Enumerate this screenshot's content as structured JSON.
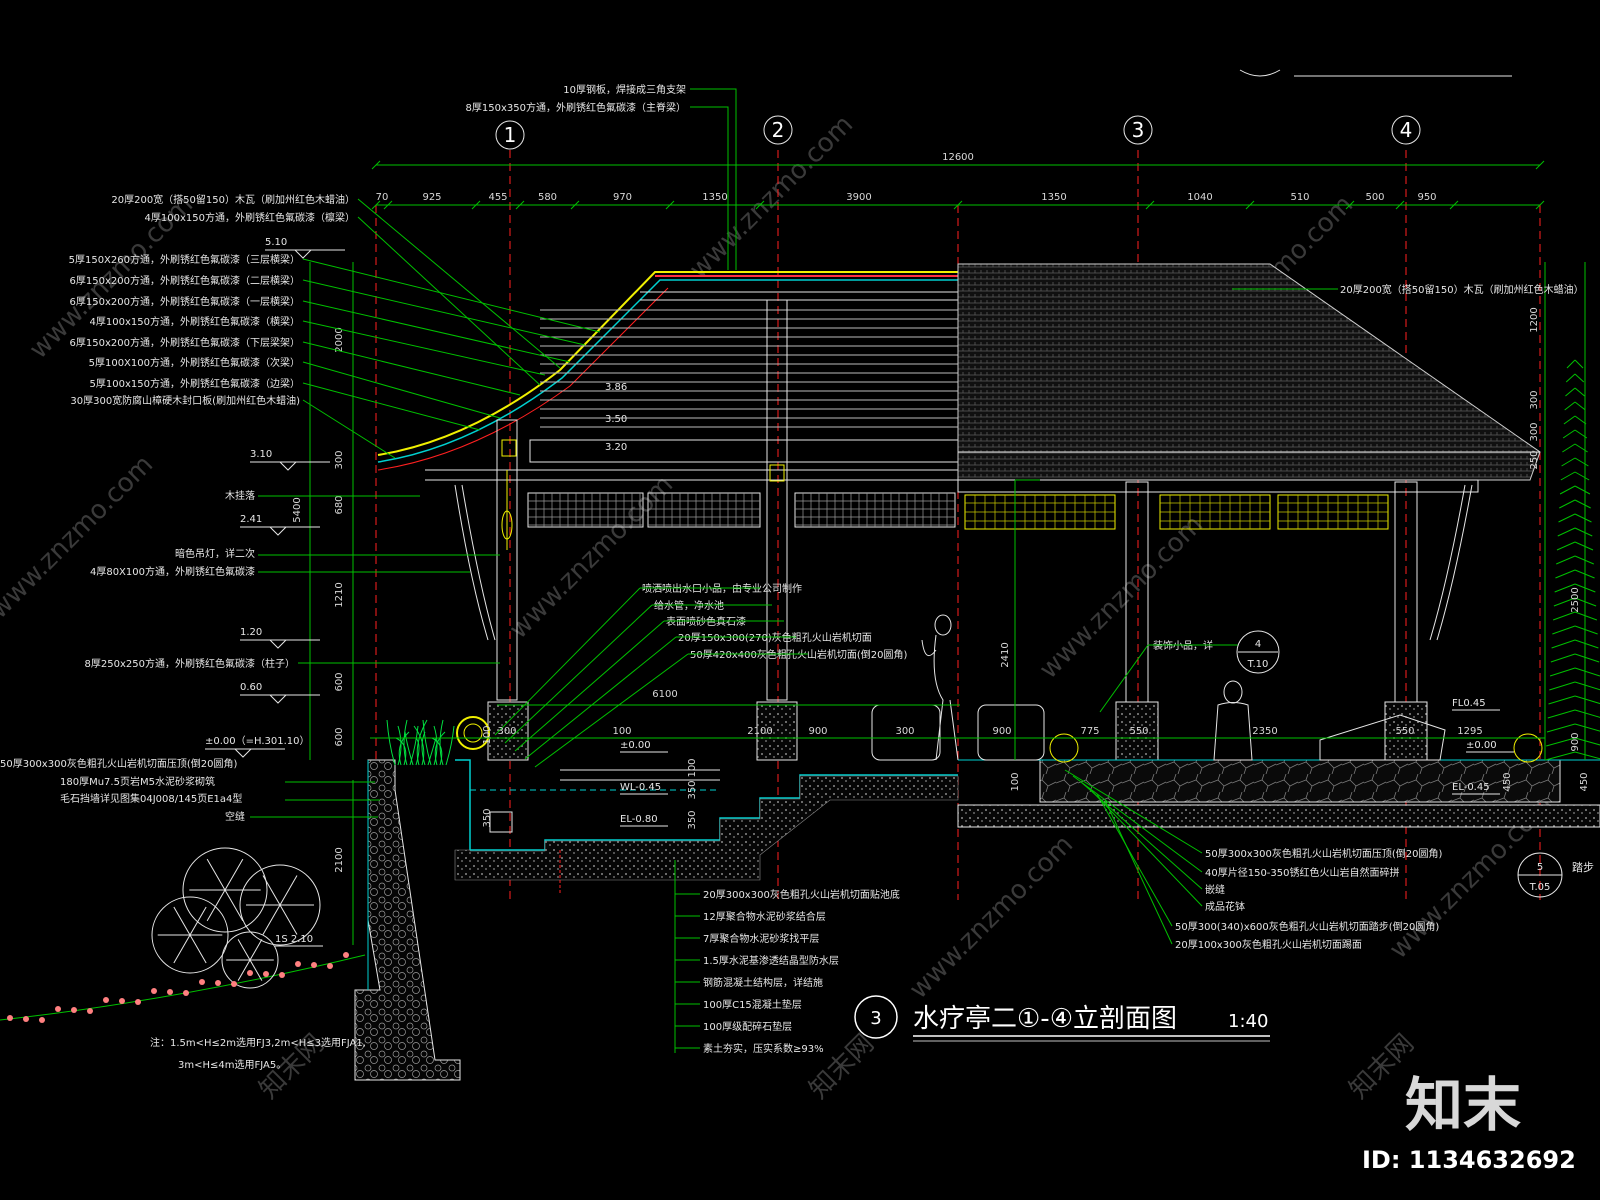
{
  "drawing": {
    "title_number": "3",
    "title": "水疗亭二①-④立剖面图",
    "scale": "1:40",
    "grid_axes": [
      "1",
      "2",
      "3",
      "4"
    ],
    "total_dimension": "12600",
    "top_dimensions": [
      "70",
      "925",
      "455",
      "580",
      "970",
      "1350",
      "3900",
      "1350",
      "1040",
      "510",
      "500",
      "950"
    ],
    "top_notes": [
      "10厚钢板，焊接成三角支架",
      "8厚150x350方通，外刷锈红色氟碳漆（主脊梁）"
    ],
    "left_notes": [
      "20厚200宽（搭50留150）木瓦（刷加州红色木蜡油）",
      "4厚100x150方通，外刷锈红色氟碳漆（檩梁）",
      "5厚150X260方通，外刷锈红色氟碳漆（三层横梁）",
      "6厚150x200方通，外刷锈红色氟碳漆（二层横梁）",
      "6厚150x200方通，外刷锈红色氟碳漆（一层横梁）",
      "4厚100x150方通，外刷锈红色氟碳漆（横梁）",
      "6厚150x200方通，外刷锈红色氟碳漆（下层梁架）",
      "5厚100X100方通，外刷锈红色氟碳漆（次梁）",
      "5厚100x150方通，外刷锈红色氟碳漆（边梁）",
      "30厚300宽防腐山樟硬木封口板(刷加州红色木蜡油)"
    ],
    "level_marks": [
      "5.10",
      "3.10",
      "2.41",
      "1.20",
      "0.60",
      "±0.00（=H.301.10）"
    ],
    "left_mid_notes": [
      "木挂落",
      "暗色吊灯，详二次",
      "4厚80X100方通，外刷锈红色氟碳漆",
      "8厚250x250方通，外刷锈红色氟碳漆（柱子）"
    ],
    "left_bottom_notes": [
      "50厚300x300灰色粗孔火山岩机切面压顶(倒20圆角)",
      "180厚Mu7.5页岩M5水泥砂浆砌筑",
      "毛石挡墙详见图集04J008/145页E1a4型",
      "空缝"
    ],
    "footnote": [
      "注：1.5m<H≤2m选用FJ3,2m<H≤3选用FJA1,",
      "3m<H≤4m选用FJA5。"
    ],
    "pool_notes": [
      "喷洒喷出水口小品，由专业公司制作",
      "给水管，净水池",
      "表面喷砂色真石漆",
      "20厚150x300(270)灰色粗孔火山岩机切面",
      "50厚420x400灰色粗孔火山岩机切面(倒20圆角)"
    ],
    "inner_levels": [
      "3.86",
      "3.50",
      "3.20"
    ],
    "pool_dims": [
      "6100",
      "300",
      "100",
      "2100",
      "900",
      "300",
      "900",
      "775",
      "550",
      "2350",
      "550",
      "1295"
    ],
    "pool_levels": [
      "±0.00",
      "WL-0.45",
      "EL-0.80",
      "±0.00",
      "FL0.45",
      "EL-0.45",
      "1S 2.10"
    ],
    "pool_layer_notes": [
      "20厚300x300灰色粗孔火山岩机切面贴池底",
      "12厚聚合物水泥砂浆结合层",
      "7厚聚合物水泥砂浆找平层",
      "1.5厚水泥基渗透结晶型防水层",
      "钢筋混凝土结构层，详结施",
      "100厚C15混凝土垫层",
      "100厚级配碎石垫层",
      "素土夯实，压实系数≥93%"
    ],
    "right_notes": [
      "20厚200宽（搭50留150）木瓦（刷加州红色木蜡油）",
      "装饰小品，详",
      "50厚300x300灰色粗孔火山岩机切面压顶(倒20圆角)",
      "40厚片径150-350锈红色火山岩自然面碎拼",
      "嵌缝",
      "成品花钵",
      "50厚300(340)x600灰色粗孔火山岩机切面踏步(倒20圆角)",
      "20厚100x300灰色粗孔火山岩机切面踢面"
    ],
    "detail_callouts": [
      {
        "number": "4",
        "sheet": "T.10"
      },
      {
        "number": "5",
        "sheet": "T.05"
      }
    ],
    "right_edge_label": "踏步",
    "side_dims_left": [
      "2000",
      "300",
      "680",
      "5400",
      "1210",
      "600",
      "600",
      "350",
      "100",
      "2100"
    ],
    "side_dims_right": [
      "1200",
      "300",
      "300",
      "250",
      "2500",
      "900",
      "450",
      "2410"
    ],
    "pool_side_dims": [
      "100",
      "350",
      "350",
      "100",
      "450"
    ],
    "watermark_url": "www.znzmo.com",
    "watermark_cn": "知末网"
  },
  "branding": {
    "logo": "知末",
    "id_label": "ID: 1134632692"
  },
  "colors": {
    "background": "#000000",
    "dim_green": "#00c000",
    "grid_red": "#ff2020",
    "text": "#e6e6e6",
    "cyan": "#00d0d0",
    "yellow": "#f0f000"
  }
}
